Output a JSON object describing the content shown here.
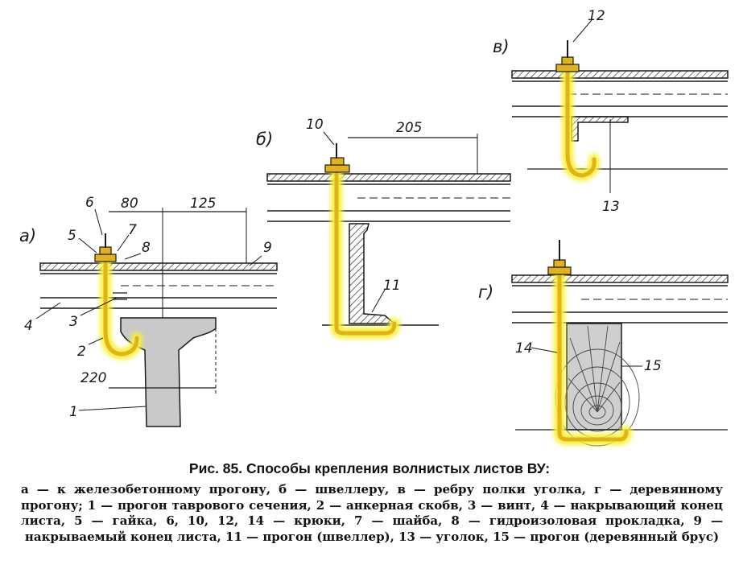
{
  "figure": {
    "subfigure_labels": [
      "а)",
      "б)",
      "в)",
      "г)"
    ],
    "dimensions": [
      "80",
      "125",
      "220",
      "205"
    ],
    "callouts": [
      "1",
      "2",
      "3",
      "4",
      "5",
      "6",
      "7",
      "8",
      "9",
      "10",
      "11",
      "12",
      "13",
      "14",
      "15"
    ]
  },
  "caption": {
    "title": "Рис. 85. Способы крепления волнистых листов ВУ:",
    "body": "а — к железобетонному прогону, б — швеллеру, в — ребру полки уголка, г — деревянному прогону; 1 — прогон таврового сечения, 2 — анкерная скобв, 3 — винт, 4 — накрывающий конец листа, 5 — гайка, 6, 10, 12, 14 — крюки, 7 — шайба, 8 — гидроизоловая прокладка, 9 — накрываемый конец листа, 11 — прогон (швеллер), 13 — уголок, 15 — прогон (деревянный брус)"
  },
  "colors": {
    "hook": "#e2b21a",
    "glow": "#f6f23a",
    "concrete": "#c9c9c9",
    "wood": "#cfcfcf",
    "line": "#1a1a1a"
  }
}
